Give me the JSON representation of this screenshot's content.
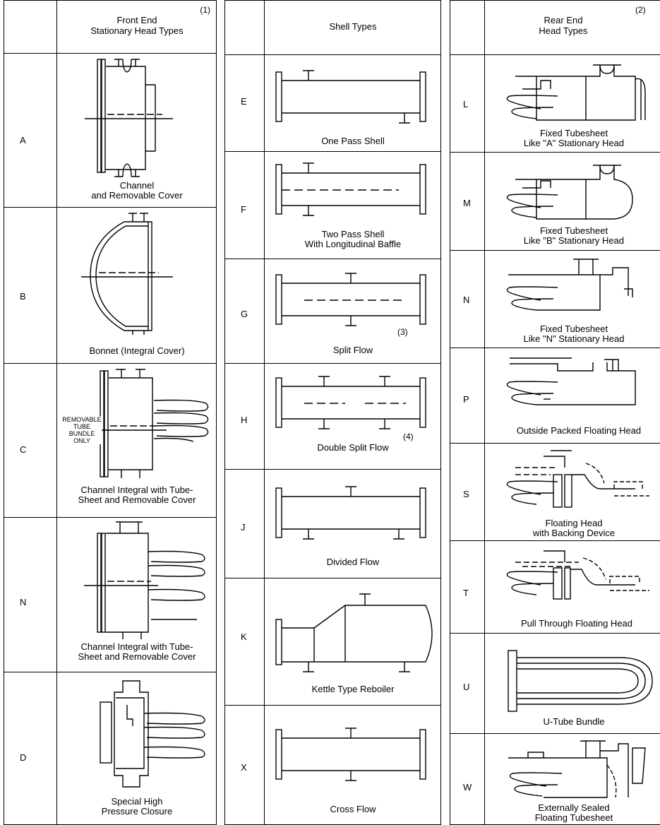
{
  "columns": {
    "front": {
      "header": "Front End\nStationary Head Types",
      "note": "(1)",
      "rows": [
        {
          "letter": "A",
          "caption": "Channel\nand Removable Cover"
        },
        {
          "letter": "B",
          "caption": "Bonnet (Integral Cover)"
        },
        {
          "letter": "C",
          "caption": "Channel Integral with Tube-\nSheet and Removable Cover",
          "overlay": "REMOVABLE\nTUBE\nBUNDLE\nONLY"
        },
        {
          "letter": "N",
          "caption": "Channel Integral with Tube-\nSheet and Removable Cover"
        },
        {
          "letter": "D",
          "caption": "Special High\nPressure Closure"
        }
      ]
    },
    "shell": {
      "header": "Shell Types",
      "rows": [
        {
          "letter": "E",
          "caption": "One Pass Shell"
        },
        {
          "letter": "F",
          "caption": "Two Pass Shell\nWith Longitudinal Baffle"
        },
        {
          "letter": "G",
          "caption": "Split Flow",
          "note": "(3)"
        },
        {
          "letter": "H",
          "caption": "Double Split Flow",
          "note": "(4)"
        },
        {
          "letter": "J",
          "caption": "Divided Flow"
        },
        {
          "letter": "K",
          "caption": "Kettle Type Reboiler"
        },
        {
          "letter": "X",
          "caption": "Cross Flow"
        }
      ]
    },
    "rear": {
      "header": "Rear End\nHead Types",
      "note": "(2)",
      "rows": [
        {
          "letter": "L",
          "caption": "Fixed Tubesheet\nLike \"A\" Stationary Head"
        },
        {
          "letter": "M",
          "caption": "Fixed Tubesheet\nLike \"B\" Stationary Head"
        },
        {
          "letter": "N",
          "caption": "Fixed Tubesheet\nLike \"N\" Stationary Head"
        },
        {
          "letter": "P",
          "caption": "Outside Packed Floating Head"
        },
        {
          "letter": "S",
          "caption": "Floating Head\nwith Backing Device"
        },
        {
          "letter": "T",
          "caption": "Pull Through Floating Head"
        },
        {
          "letter": "U",
          "caption": "U-Tube Bundle"
        },
        {
          "letter": "W",
          "caption": "Externally Sealed\nFloating Tubesheet"
        }
      ]
    }
  }
}
